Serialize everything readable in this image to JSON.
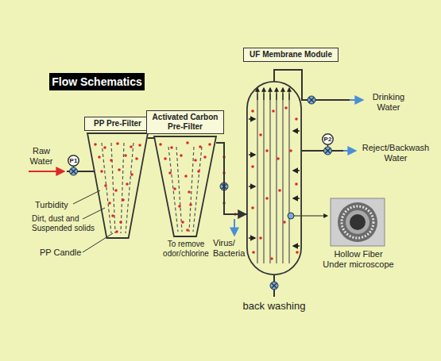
{
  "diagram": {
    "title": "Flow Schematics",
    "nodes": [
      {
        "text": [
          "P1"
        ]
      },
      {
        "text": [
          "PP Pre-Filter"
        ]
      },
      {
        "text": [
          "Activated Carbon Pre-Filter"
        ]
      },
      {
        "text": [
          "UF Membrane Module"
        ]
      },
      {
        "text": [
          "P2"
        ]
      }
    ],
    "edges": [
      {
        "from": 1,
        "to": 2,
        "arrow": "none"
      },
      {
        "from": 2,
        "to": 3,
        "arrow": "to"
      }
    ],
    "labels": [
      "Raw Water",
      "Turbidity",
      "Dirt, dust and Suspended solids",
      "PP Candle",
      "To remove odor/chlorine",
      "Virus/ Bacteria",
      "back washing",
      "Drinking Water",
      "Reject/Backwash Water",
      "Hollow Fiber Under microscope"
    ]
  }
}
